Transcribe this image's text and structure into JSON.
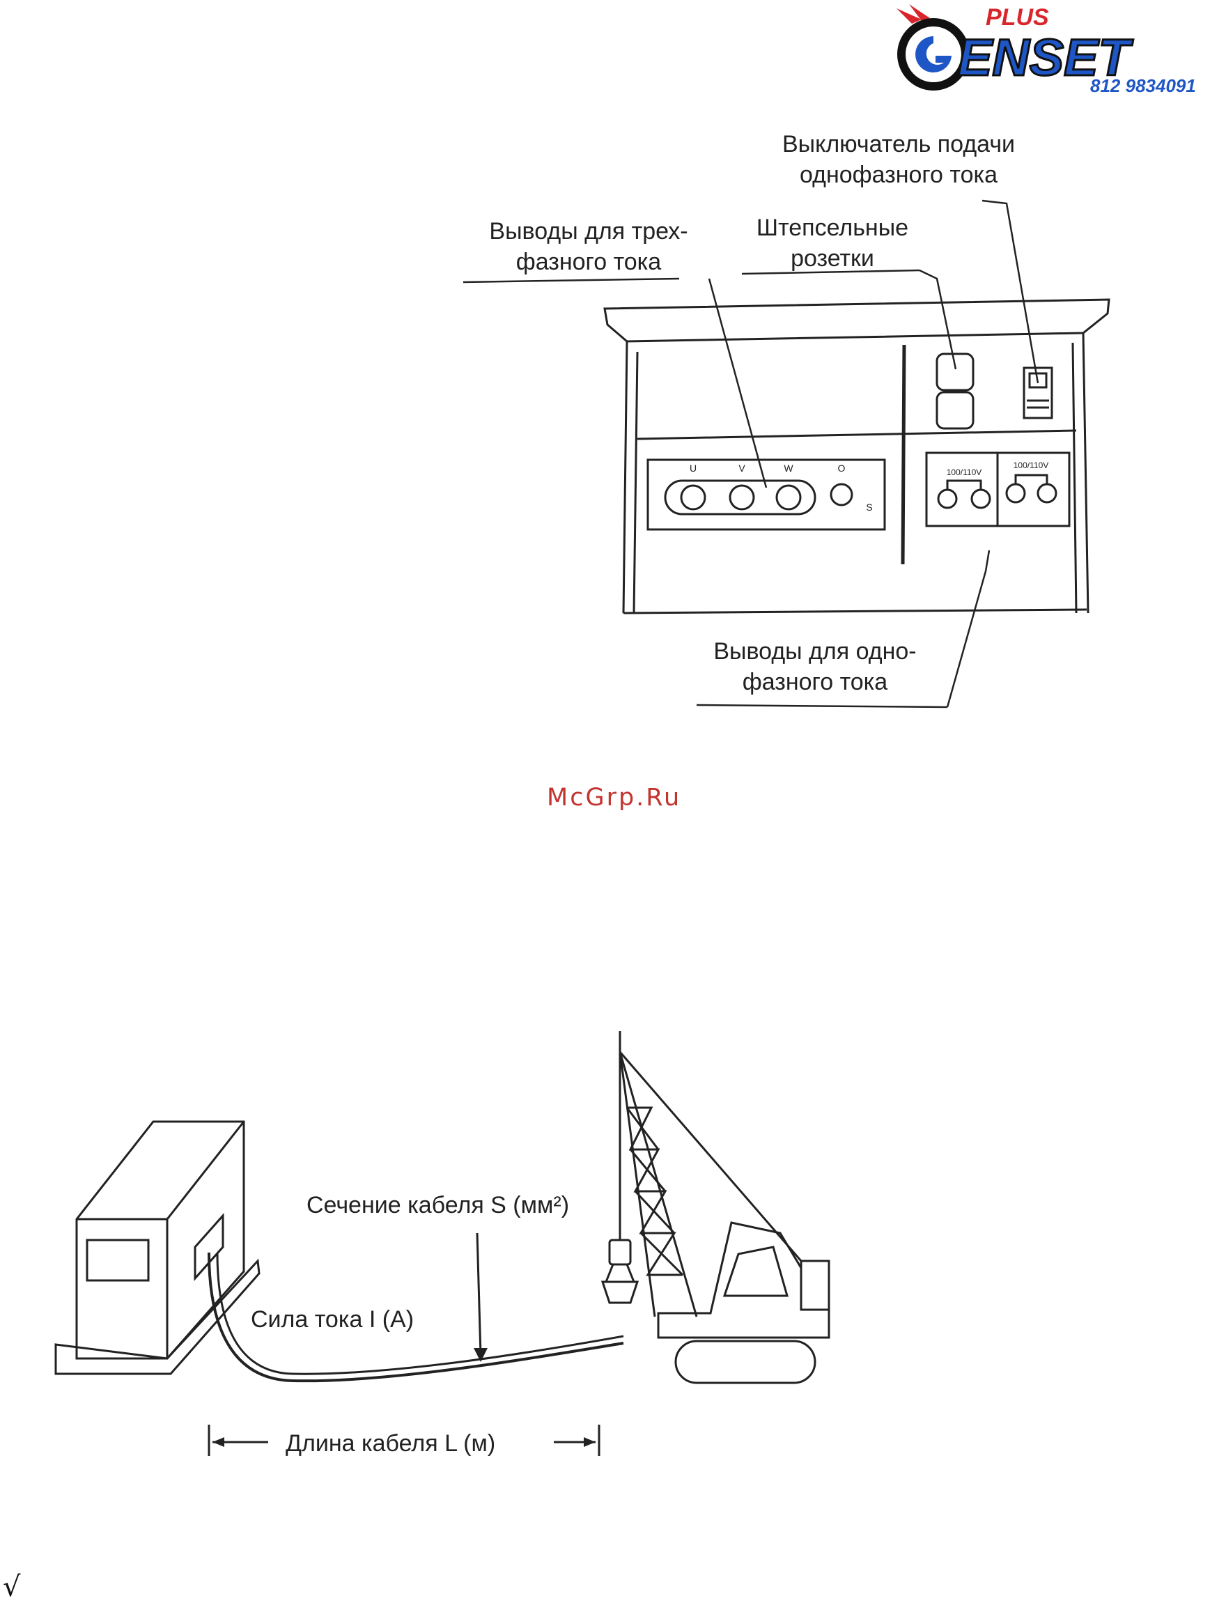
{
  "logo": {
    "top_text": "PLUS",
    "main_text": "ENSET",
    "letter": "G",
    "phone": "812 9834091",
    "colors": {
      "red": "#d8262c",
      "blue": "#1f56c6",
      "black": "#111111"
    }
  },
  "panel_diagram": {
    "label_single_phase_switch": [
      "Выключатель подачи",
      "однофазного тока"
    ],
    "label_three_phase_outputs": [
      "Выводы для трех-",
      "фазного тока"
    ],
    "label_sockets": [
      "Штепсельные",
      "розетки"
    ],
    "label_single_phase_outputs": [
      "Выводы для одно-",
      "фазного тока"
    ],
    "terminals": [
      "U",
      "V",
      "W",
      "O"
    ],
    "terminal_ground": "S",
    "voltage_left": "100/110V",
    "voltage_right": "100/110V"
  },
  "watermark": "McGrp.Ru",
  "cable_diagram": {
    "label_cross_section": "Сечение кабеля S (мм²)",
    "label_current": "Сила тока I (A)",
    "label_length": "Длина кабеля L (м)"
  },
  "formula_fragment": "√"
}
